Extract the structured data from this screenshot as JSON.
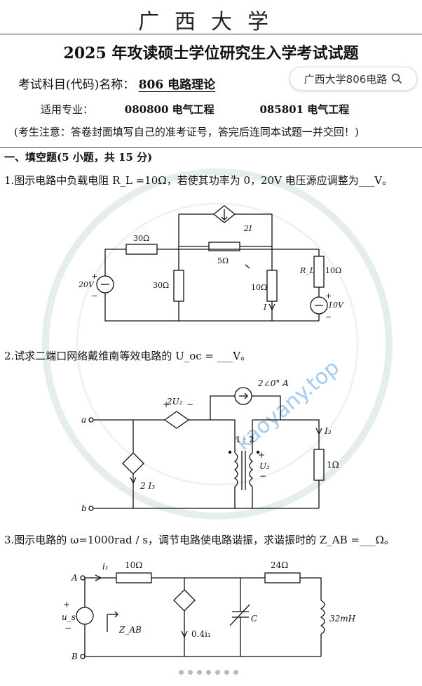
{
  "header": {
    "university": "广西大学",
    "title": "2025 年攻读硕士学位研究生入学考试试题",
    "subject_label": "考试科目(代码)名称：",
    "subject_code": "806 电路理论",
    "search_text": "广西大学806电路",
    "majors_label": "适用专业：",
    "major1": "080800 电气工程",
    "major2": "085801  电气工程",
    "notice": "(考生注意：答卷封面填写自己的准考证号，答完后连同本试题一并交回！)"
  },
  "section1": {
    "title": "一、填空题(5 小题，共 15 分)"
  },
  "questions": {
    "q1": "1.图示电路中负载电阻 R_L =10Ω，若使其功率为 0，20V 电压源应调整为___V。",
    "q2": "2.试求二端口网络戴维南等效电路的 U_oc = ___V。",
    "q3": "3.图示电路的 ω=1000rad / s，调节电路使电路谐振，求谐振时的 Z_AB =___Ω。"
  },
  "circuit1": {
    "r1": "30Ω",
    "r2": "5Ω",
    "r3": "30Ω",
    "r4": "10Ω",
    "rl_label": "R_L",
    "rl_value": "10Ω",
    "src1": "20V",
    "src2": "10V",
    "ccs": "2I",
    "current": "I"
  },
  "circuit2": {
    "node_a": "a",
    "node_b": "b",
    "vcvs": "2U₂",
    "cs_top": "2∠0° A",
    "ratio": "1 : 2",
    "u2": "U₂",
    "i3": "I₃",
    "cccs": "2 I₃",
    "r": "1Ω"
  },
  "circuit3": {
    "node_a": "A",
    "node_b": "B",
    "i1": "i₁",
    "r1": "10Ω",
    "r2": "24Ω",
    "us": "u_s",
    "zab": "Z_AB",
    "cccs": "0.4i₁",
    "cap": "C",
    "ind": "32mH"
  },
  "watermark": {
    "url": "kaoyany.top"
  }
}
